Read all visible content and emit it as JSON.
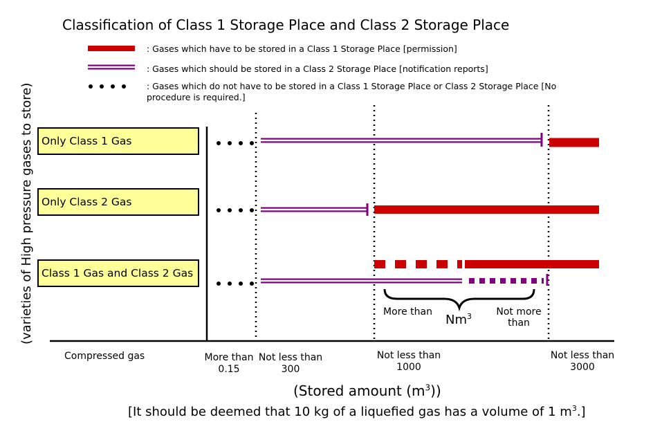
{
  "title": "Classification  of Class 1 Storage Place and Class 2 Storage Place",
  "legend": {
    "class1": ": Gases which have to be stored in a Class 1 Storage Place [permission]",
    "class2": ": Gases which should be stored in a Class 2 Storage Place [notification reports]",
    "none": ": Gases which do not have to be stored in a Class 1 Storage Place or Class 2 Storage Place [No procedure is required.]"
  },
  "rows": [
    {
      "label": "Only Class 1 Gas"
    },
    {
      "label": "Only Class 2 Gas"
    },
    {
      "label": "Class 1 Gas and Class 2 Gas"
    }
  ],
  "y_axis_label": "(varieties of High pressure gases to store)",
  "x_axis": {
    "category_label": "Compressed gas",
    "ticks": [
      {
        "line1": "More than",
        "line2": "0.15"
      },
      {
        "line1": "Not less than",
        "line2": "300"
      },
      {
        "line1": "Not less than",
        "line2": "1000"
      },
      {
        "line1": "Not less than",
        "line2": "3000"
      }
    ],
    "label_prefix": "(Stored amount (m",
    "label_sup": "3",
    "label_suffix": "))"
  },
  "brace": {
    "more_than": "More than",
    "nm_prefix": "Nm",
    "nm_sup": "3",
    "not_more_line1": "Not more",
    "not_more_line2": "than"
  },
  "footnote": {
    "prefix": "[It should be deemed that 10 kg of a liquefied gas has a volume of 1 m",
    "sup": "3",
    "suffix": ".]"
  },
  "colors": {
    "class1": "#cc0000",
    "class2": "#800080",
    "box_fill": "#ffff99"
  }
}
